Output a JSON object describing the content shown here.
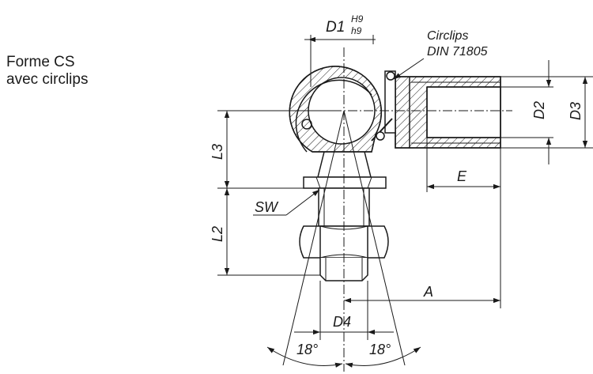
{
  "caption": {
    "line1": "Forme CS",
    "line2": "avec circlips"
  },
  "labels": {
    "d1": "D1",
    "d1_sup": "H9",
    "d1_sub": "h9",
    "circlips_1": "Circlips",
    "circlips_2": "DIN 71805",
    "d2": "D2",
    "d3": "D3",
    "l3": "L3",
    "l2": "L2",
    "sw": "SW",
    "e": "E",
    "a": "A",
    "d4": "D4",
    "angle_left": "18°",
    "angle_right": "18°"
  },
  "colors": {
    "line": "#1a1a1a",
    "background": "#ffffff"
  }
}
